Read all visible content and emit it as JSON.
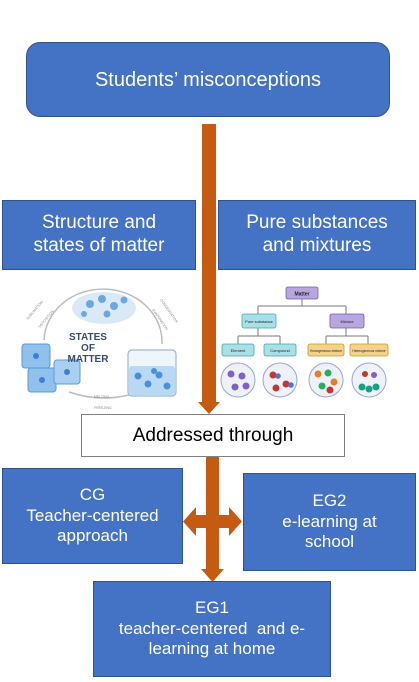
{
  "colors": {
    "box_fill": "#4472c4",
    "box_border": "#2f528f",
    "arrow": "#c55a11",
    "text_light": "#ffffff"
  },
  "top_box": {
    "label": "Students’ misconceptions"
  },
  "left_topic": {
    "line1": "Structure and",
    "line2": "states of matter"
  },
  "right_topic": {
    "line1": "Pure substances",
    "line2": "and mixtures"
  },
  "states_graphic": {
    "title1": "STATES",
    "title2": "OF",
    "title3": "MATTER",
    "labels": [
      "SUBLIMATION",
      "DEPOSITION",
      "CONDENSATION",
      "EVAPORATION",
      "MELTING",
      "FREEZING"
    ]
  },
  "matter_graphic": {
    "root": "Matter",
    "level2": [
      "Pure substance",
      "Mixture"
    ],
    "level3": [
      "Element",
      "Compound",
      "Homogeneous mixture",
      "Heterogeneous mixture"
    ]
  },
  "middle_box": {
    "label": "Addressed through"
  },
  "cg_box": {
    "line1": "CG",
    "line2": "Teacher-centered",
    "line3": "approach"
  },
  "eg2_box": {
    "line1": "EG2",
    "line2": "e-learning at",
    "line3": "school"
  },
  "eg1_box": {
    "line1": "EG1",
    "line2": "teacher-centered  and e-",
    "line3": "learning at home"
  }
}
